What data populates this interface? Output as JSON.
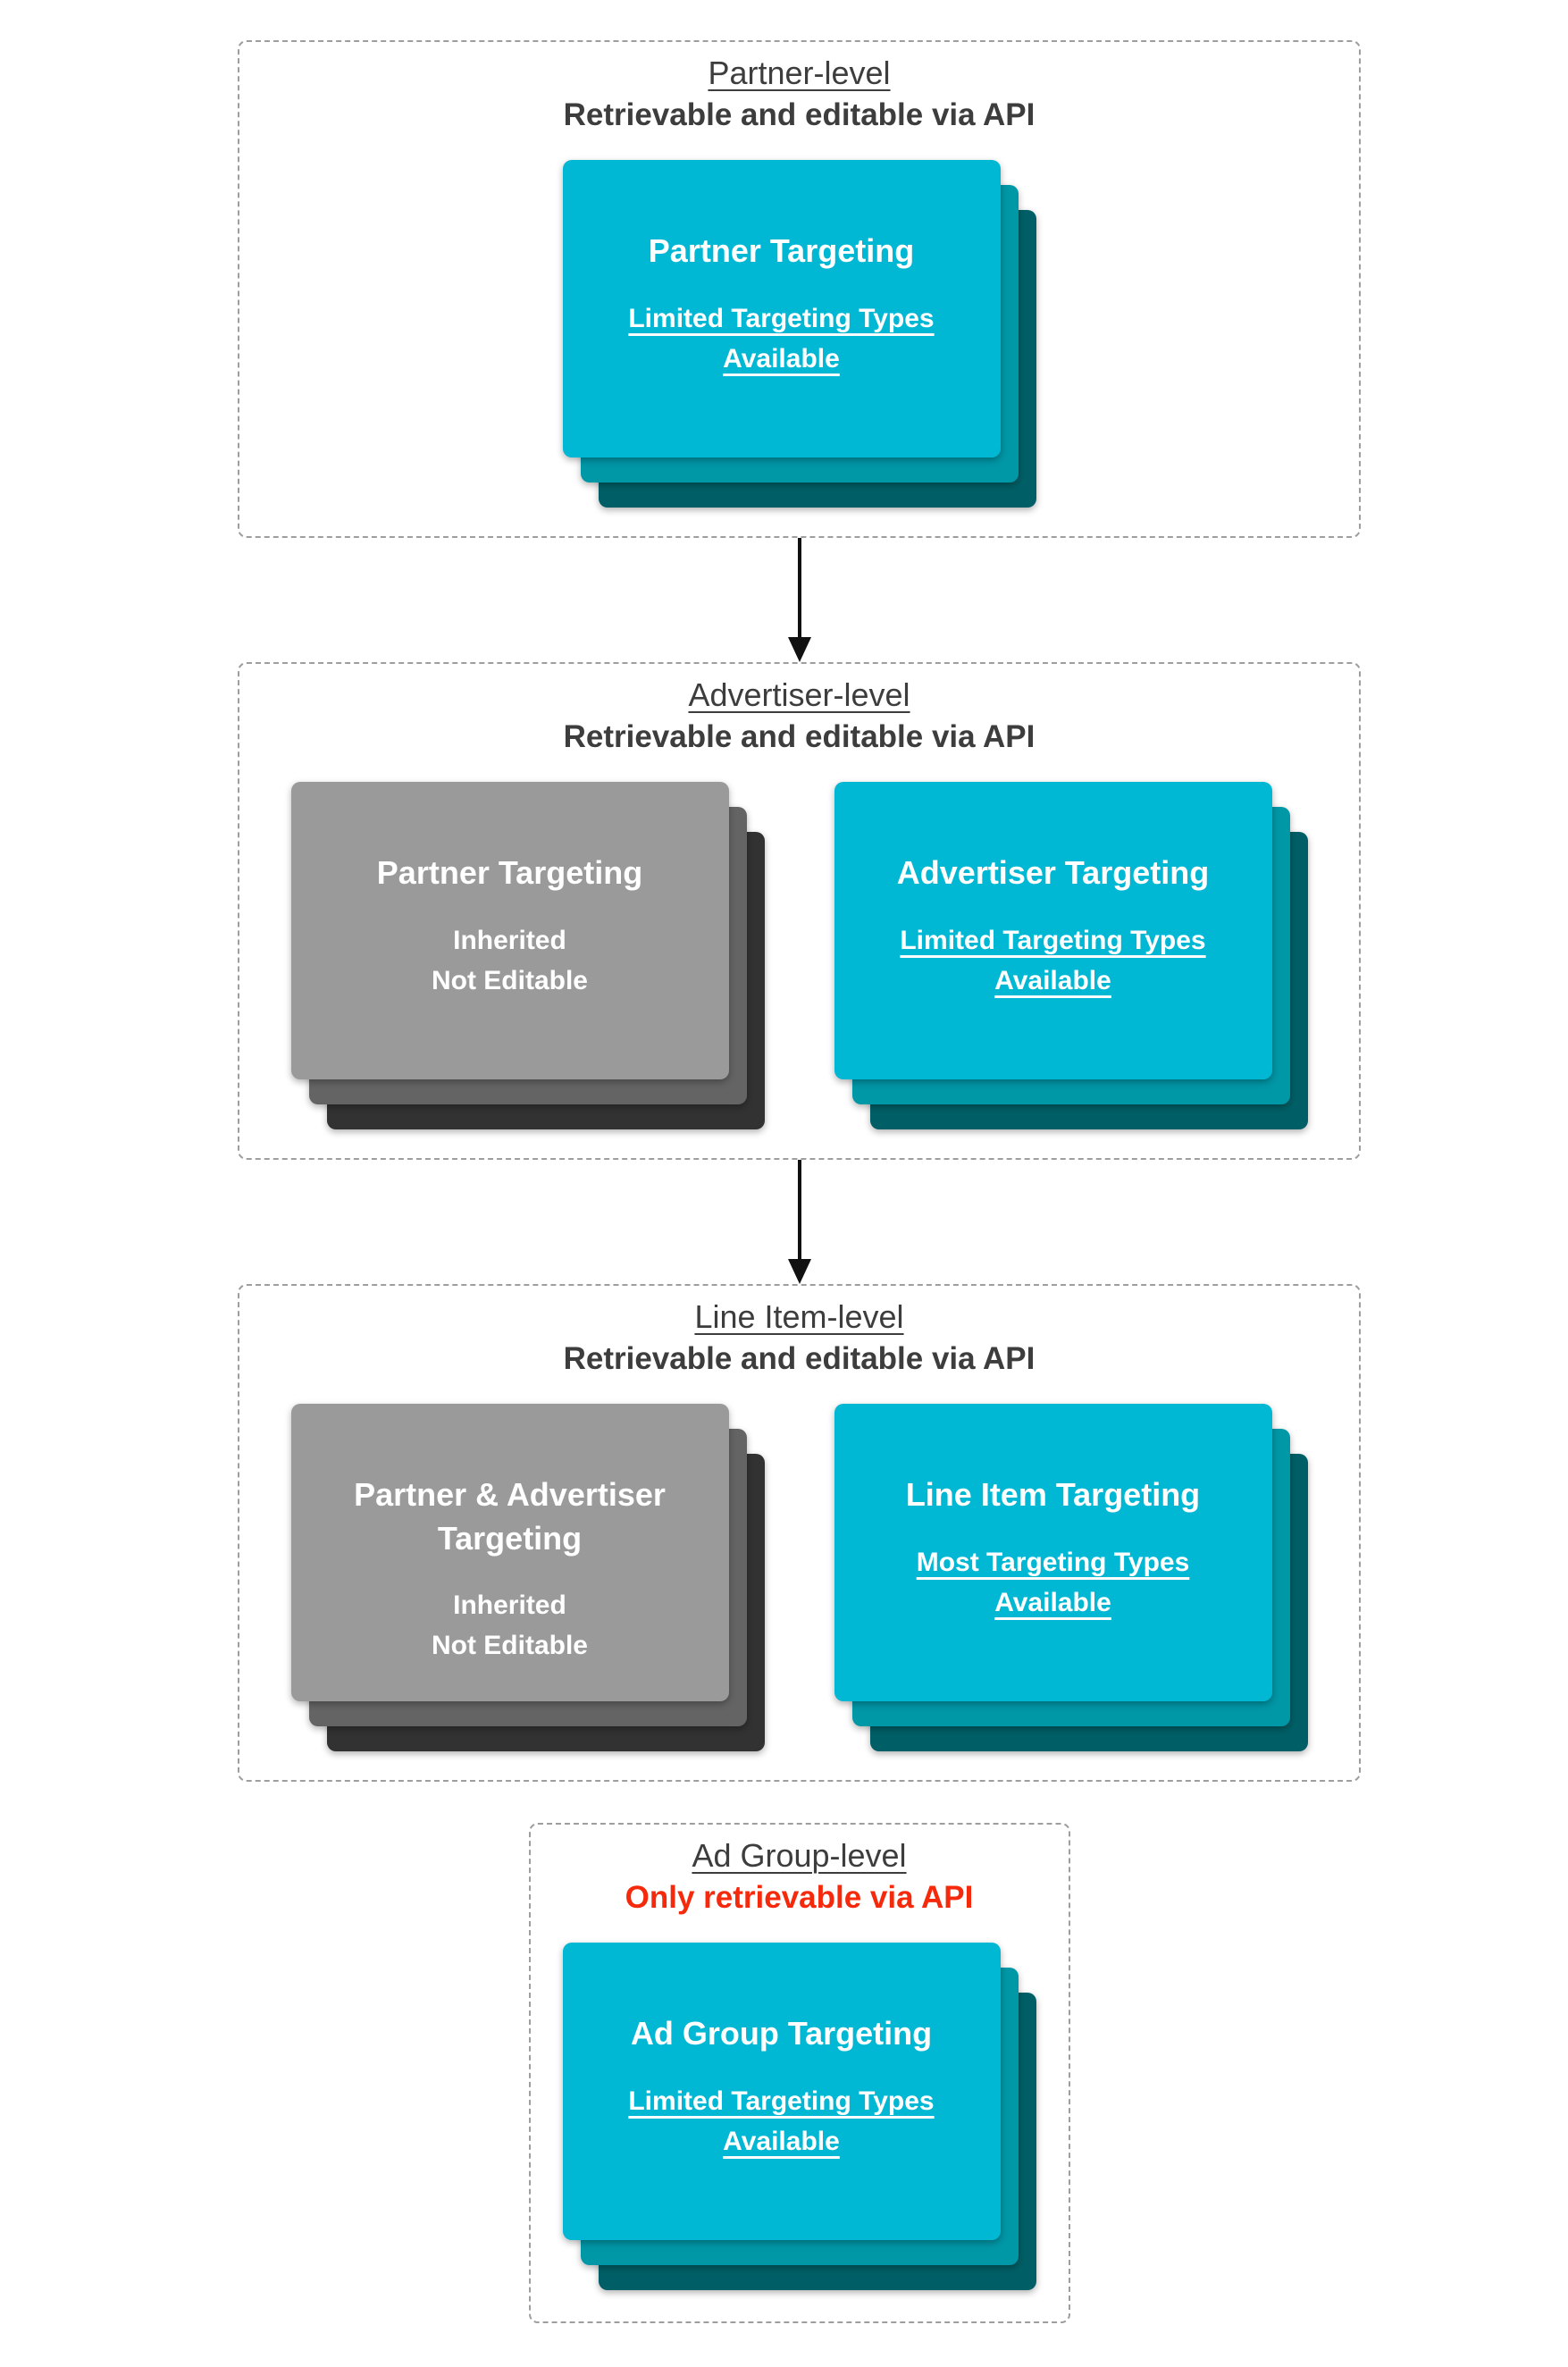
{
  "palette": {
    "cyan_card": "#00b8d4",
    "cyan_shadow_mid": "#0097a7",
    "cyan_shadow_dark": "#005f66",
    "gray_card": "#9a9a9a",
    "gray_shadow_mid": "#646464",
    "gray_shadow_dark": "#323232",
    "heading_text": "#3d3d3d",
    "alert_red": "#f5290b",
    "card_text": "#ffffff",
    "dashed_border": "#9e9e9e",
    "arrow_black": "#111111"
  },
  "sections": [
    {
      "title": "Partner-level",
      "subtitle": "Retrievable and editable via API",
      "cards": [
        {
          "title": "Partner Targeting",
          "body": "Limited Targeting Types\nAvailable"
        }
      ]
    },
    {
      "title": "Advertiser-level",
      "subtitle": "Retrievable and editable via API",
      "cards": [
        {
          "title": "Partner Targeting",
          "body": "Inherited\nNot Editable"
        },
        {
          "title": "Advertiser Targeting",
          "body": "Limited Targeting Types\nAvailable"
        }
      ]
    },
    {
      "title": "Line Item-level",
      "subtitle": "Retrievable and editable via API",
      "cards": [
        {
          "title": "Partner & Advertiser\nTargeting",
          "body": "Inherited\nNot Editable"
        },
        {
          "title": "Line Item Targeting",
          "body": "Most Targeting Types\nAvailable"
        }
      ]
    },
    {
      "title": "Ad Group-level",
      "subtitle": "Only retrievable via API",
      "cards": [
        {
          "title": "Ad Group Targeting",
          "body": "Limited Targeting Types\nAvailable"
        }
      ]
    }
  ]
}
